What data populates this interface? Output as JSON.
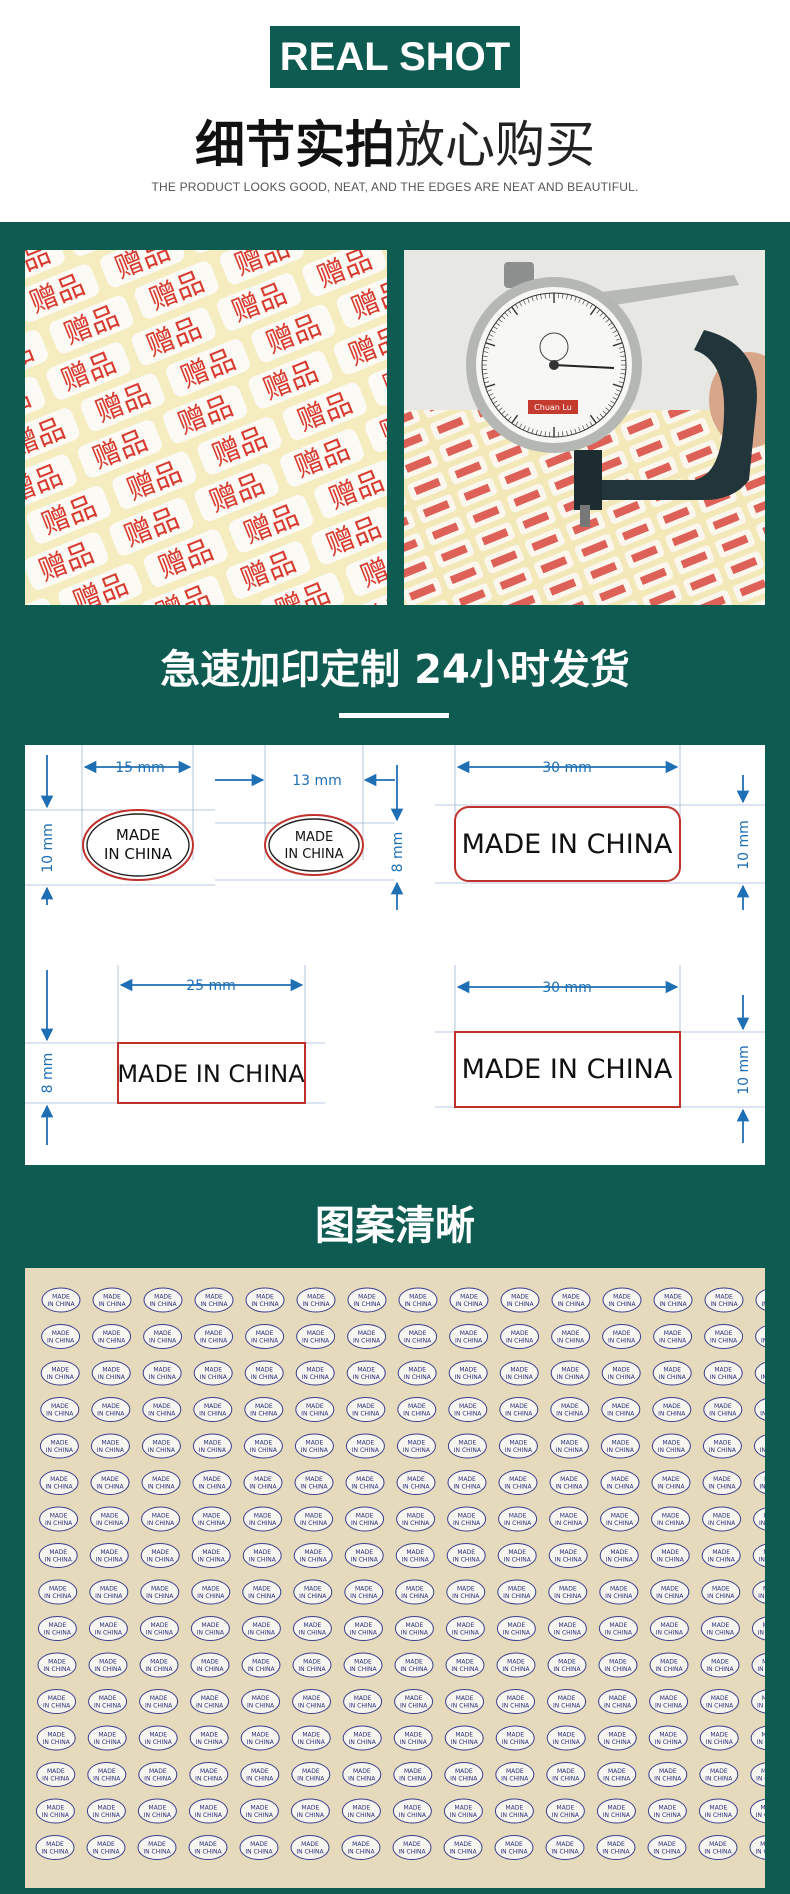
{
  "header": {
    "badge": "REAL SHOT",
    "title_bold": "细节实拍",
    "title_thin": "放心购买",
    "subtitle": "THE PRODUCT LOOKS GOOD, NEAT, AND THE EDGES ARE NEAT AND BEAUTIFUL."
  },
  "photos": {
    "stickers_word": "赠品",
    "gauge_brand": "Chuan Lu"
  },
  "section_fast": {
    "title": "急速加印定制  24小时发货"
  },
  "dimensions": {
    "label_text": "MADE IN CHINA",
    "oval_line1": "MADE",
    "oval_line2": "IN CHINA",
    "items": [
      {
        "width": "15 mm",
        "height": "10 mm"
      },
      {
        "width": "13 mm",
        "height": "8 mm"
      },
      {
        "width": "30 mm",
        "height": "10 mm"
      },
      {
        "width": "25 mm",
        "height": "8 mm"
      },
      {
        "width": "30 mm",
        "height": "10 mm"
      }
    ]
  },
  "section_clear": {
    "title": "图案清晰"
  },
  "colors": {
    "brand": "#0e5b52",
    "label_red": "#c0312b",
    "dim_blue": "#1f6fb5"
  }
}
